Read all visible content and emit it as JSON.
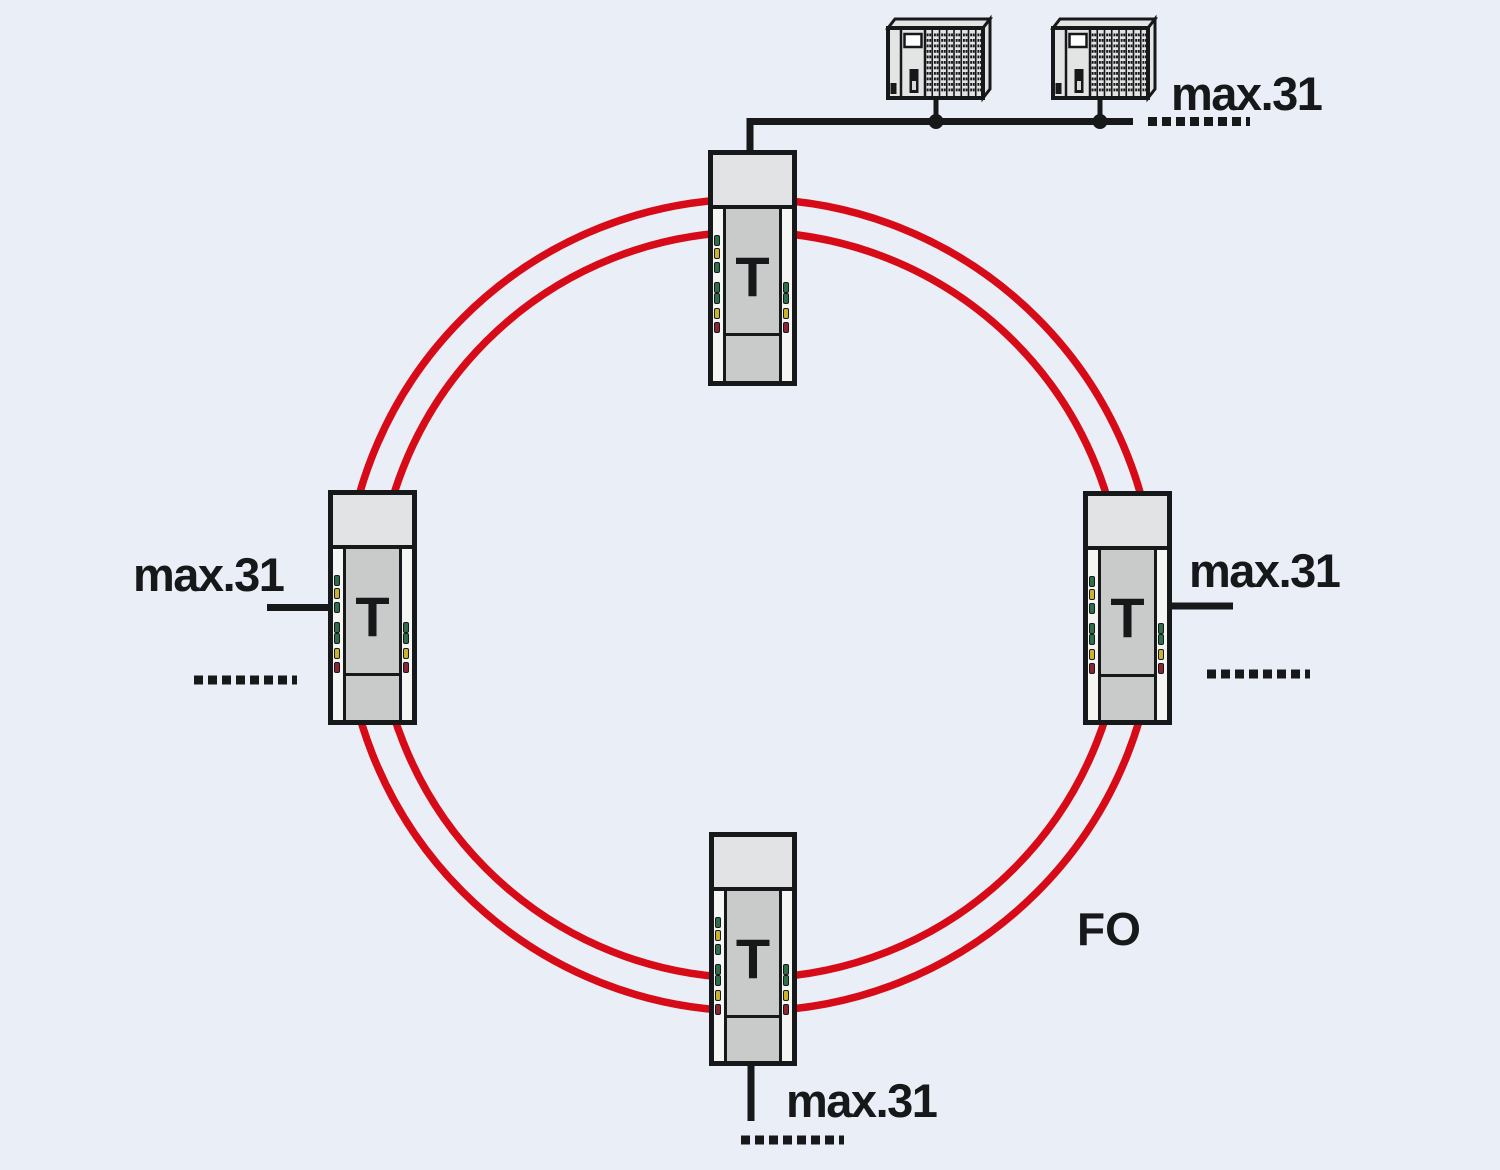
{
  "colors": {
    "background": "#eaeef6",
    "ink": "#16181a",
    "ring_red": "#d70b17",
    "device_body": "#e2e3e5",
    "device_panel": "#c9cbca",
    "device_strip": "#f5f5f4",
    "plc_body": "#e3e4e4",
    "led_green": "#2e6e48",
    "led_yellow": "#c9b42c",
    "led_red": "#8c2433"
  },
  "ring": {
    "label": "FO"
  },
  "transceivers": {
    "led_pattern": {
      "left": [
        "green",
        "yellow",
        "green",
        "green",
        "green",
        "yellow",
        "red"
      ],
      "right": [
        "green",
        "green",
        "yellow",
        "red"
      ]
    },
    "top": {
      "letter": "T"
    },
    "left": {
      "letter": "T",
      "station_label": "max.31"
    },
    "right": {
      "letter": "T",
      "station_label": "max.31"
    },
    "bottom": {
      "letter": "T",
      "station_label": "max.31"
    }
  },
  "bus": {
    "station_label": "max.31",
    "plc_icons": [
      "plc-rack-icon",
      "plc-rack-icon"
    ]
  }
}
